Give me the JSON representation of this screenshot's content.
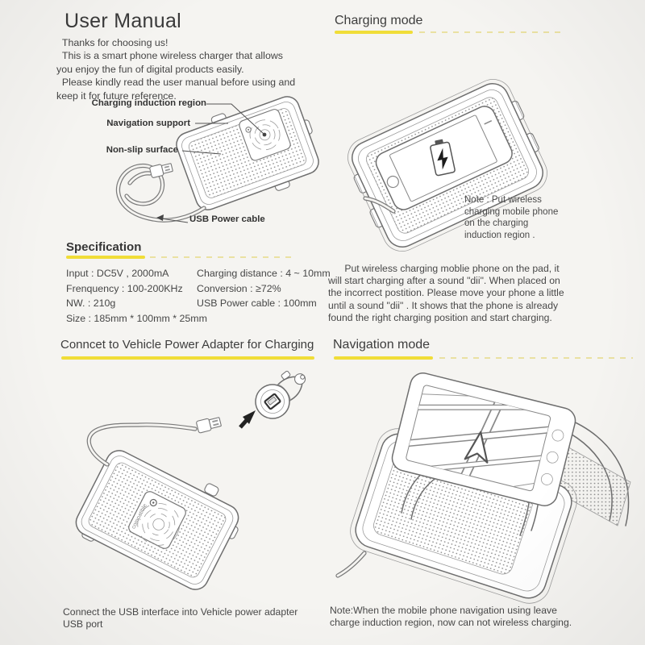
{
  "page": {
    "accent_yellow": "#f0dd38",
    "background": "#f5f4f1"
  },
  "manual": {
    "title": "User Manual",
    "intro": "  Thanks for choosing us!\n  This is a smart phone wireless charger that allows\nyou enjoy the fun of digital products easily.\n  Please kindly read the user manual before using and\nkeep it for future reference.",
    "labels": {
      "charging_region": "Charging induction region",
      "navigation_support": "Navigation support",
      "non_slip": "Non-slip surface",
      "usb_cable": "USB Power cable"
    },
    "specification": {
      "heading": "Specification",
      "rows": [
        {
          "left": "Input : DC5V , 2000mA",
          "right": "Charging distance : 4 ~ 10mm"
        },
        {
          "left": "Frenquency : 100-200KHz",
          "right": "Conversion : ≥72%"
        },
        {
          "left": "NW. : 210g",
          "right": "USB Power cable : 100mm"
        },
        {
          "left": "Size : 185mm * 100mm * 25mm",
          "right": ""
        }
      ]
    }
  },
  "charging_mode": {
    "heading": "Charging mode",
    "note": "Note : Put wireless\ncharging mobile phone\non the charging\ninduction region .",
    "body": "      Put wireless charging moblie phone on the pad, it\nwill start charging after a sound \"dii\". When placed on\nthe incorrect postition. Please move your phone a little\nuntil a sound \"dii\" . It shows that the phone is already\nfound the right charging position and start charging."
  },
  "vehicle_charging": {
    "heading": "Conncet to Vehicle Power Adapter for Charging",
    "caption": "Connect the USB interface into Vehicle power adapter\nUSB port",
    "qi_logo": "compatible"
  },
  "navigation_mode": {
    "heading": "Navigation mode",
    "note": "Note:When the mobile phone navigation using leave\ncharge induction region, now can not wireless charging."
  }
}
